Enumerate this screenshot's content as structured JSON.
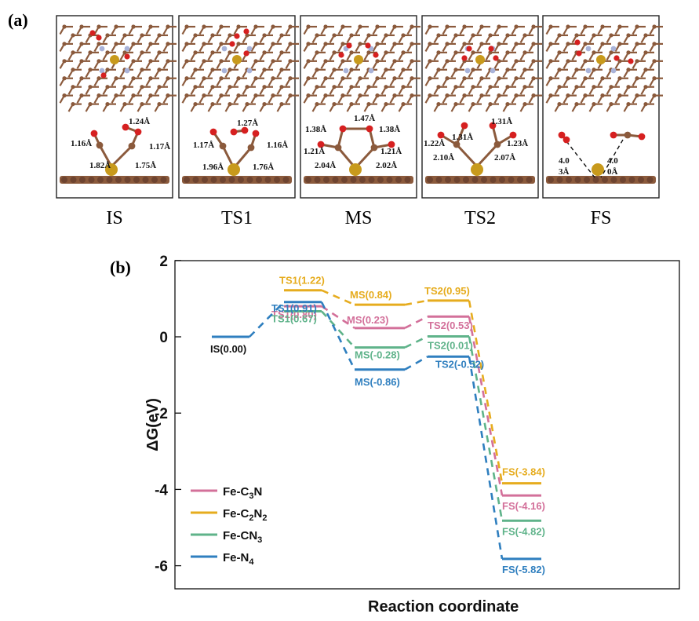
{
  "panel_a": {
    "letter": "(a)",
    "frames": [
      {
        "label": "IS",
        "distances": [
          "1.24Å",
          "1.16Å",
          "1.17Å",
          "1.82Å",
          "1.75Å"
        ]
      },
      {
        "label": "TS1",
        "distances": [
          "1.27Å",
          "1.17Å",
          "1.16Å",
          "1.96Å",
          "1.76Å"
        ]
      },
      {
        "label": "MS",
        "distances": [
          "1.47Å",
          "1.38Å",
          "1.38Å",
          "1.21Å",
          "1.21Å",
          "2.04Å",
          "2.02Å"
        ]
      },
      {
        "label": "TS2",
        "distances": [
          "1.31Å",
          "1.31Å",
          "1.22Å",
          "1.23Å",
          "2.10Å",
          "2.07Å"
        ]
      },
      {
        "label": "FS",
        "distances": [
          "4.0",
          "3Å",
          "4.0",
          "0Å"
        ]
      }
    ],
    "atom_colors": {
      "carbon": "#8b5a3c",
      "nitrogen": "#a9b3d9",
      "oxygen": "#d62020",
      "iron": "#c89a1c"
    }
  },
  "panel_b": {
    "letter": "(b)"
  },
  "chart_data": {
    "type": "line",
    "xlabel": "Reaction coordinate",
    "ylabel": "ΔG(eV)",
    "ylim": [
      -6.6,
      2.0
    ],
    "yticks": [
      2,
      0,
      -2,
      -4,
      -6
    ],
    "legend_position": "bottom-left",
    "states": [
      "IS",
      "TS1",
      "MS",
      "TS2",
      "FS"
    ],
    "series": [
      {
        "name": "Fe-C3N",
        "legend": [
          "Fe-C",
          "3",
          "N",
          ""
        ],
        "color": "#d3709a",
        "values": [
          0.0,
          0.8,
          0.23,
          0.53,
          -4.16
        ],
        "labels": [
          "",
          "TS1(0.80)",
          "MS(0.23)",
          "TS2(0.53)",
          "FS(-4.16)"
        ]
      },
      {
        "name": "Fe-C2N2",
        "legend": [
          "Fe-C",
          "2",
          "N",
          "2"
        ],
        "color": "#e6ac1e",
        "values": [
          0.0,
          1.22,
          0.84,
          0.95,
          -3.84
        ],
        "labels": [
          "",
          "TS1(1.22)",
          "MS(0.84)",
          "TS2(0.95)",
          "FS(-3.84)"
        ]
      },
      {
        "name": "Fe-CN3",
        "legend": [
          "Fe-CN",
          "3",
          "",
          ""
        ],
        "color": "#5fb38a",
        "values": [
          0.0,
          0.67,
          -0.28,
          0.01,
          -4.82
        ],
        "labels": [
          "",
          "TS1(0.67)",
          "MS(-0.28)",
          "TS2(0.01)",
          "FS(-4.82)"
        ]
      },
      {
        "name": "Fe-N4",
        "legend": [
          "Fe-N",
          "4",
          "",
          ""
        ],
        "color": "#2f7fbf",
        "values": [
          0.0,
          0.91,
          -0.86,
          -0.52,
          -5.82
        ],
        "labels": [
          "IS(0.00)",
          "TS1(0.91)",
          "MS(-0.86)",
          "TS2(-0.52)",
          "FS(-5.82)"
        ]
      }
    ]
  }
}
